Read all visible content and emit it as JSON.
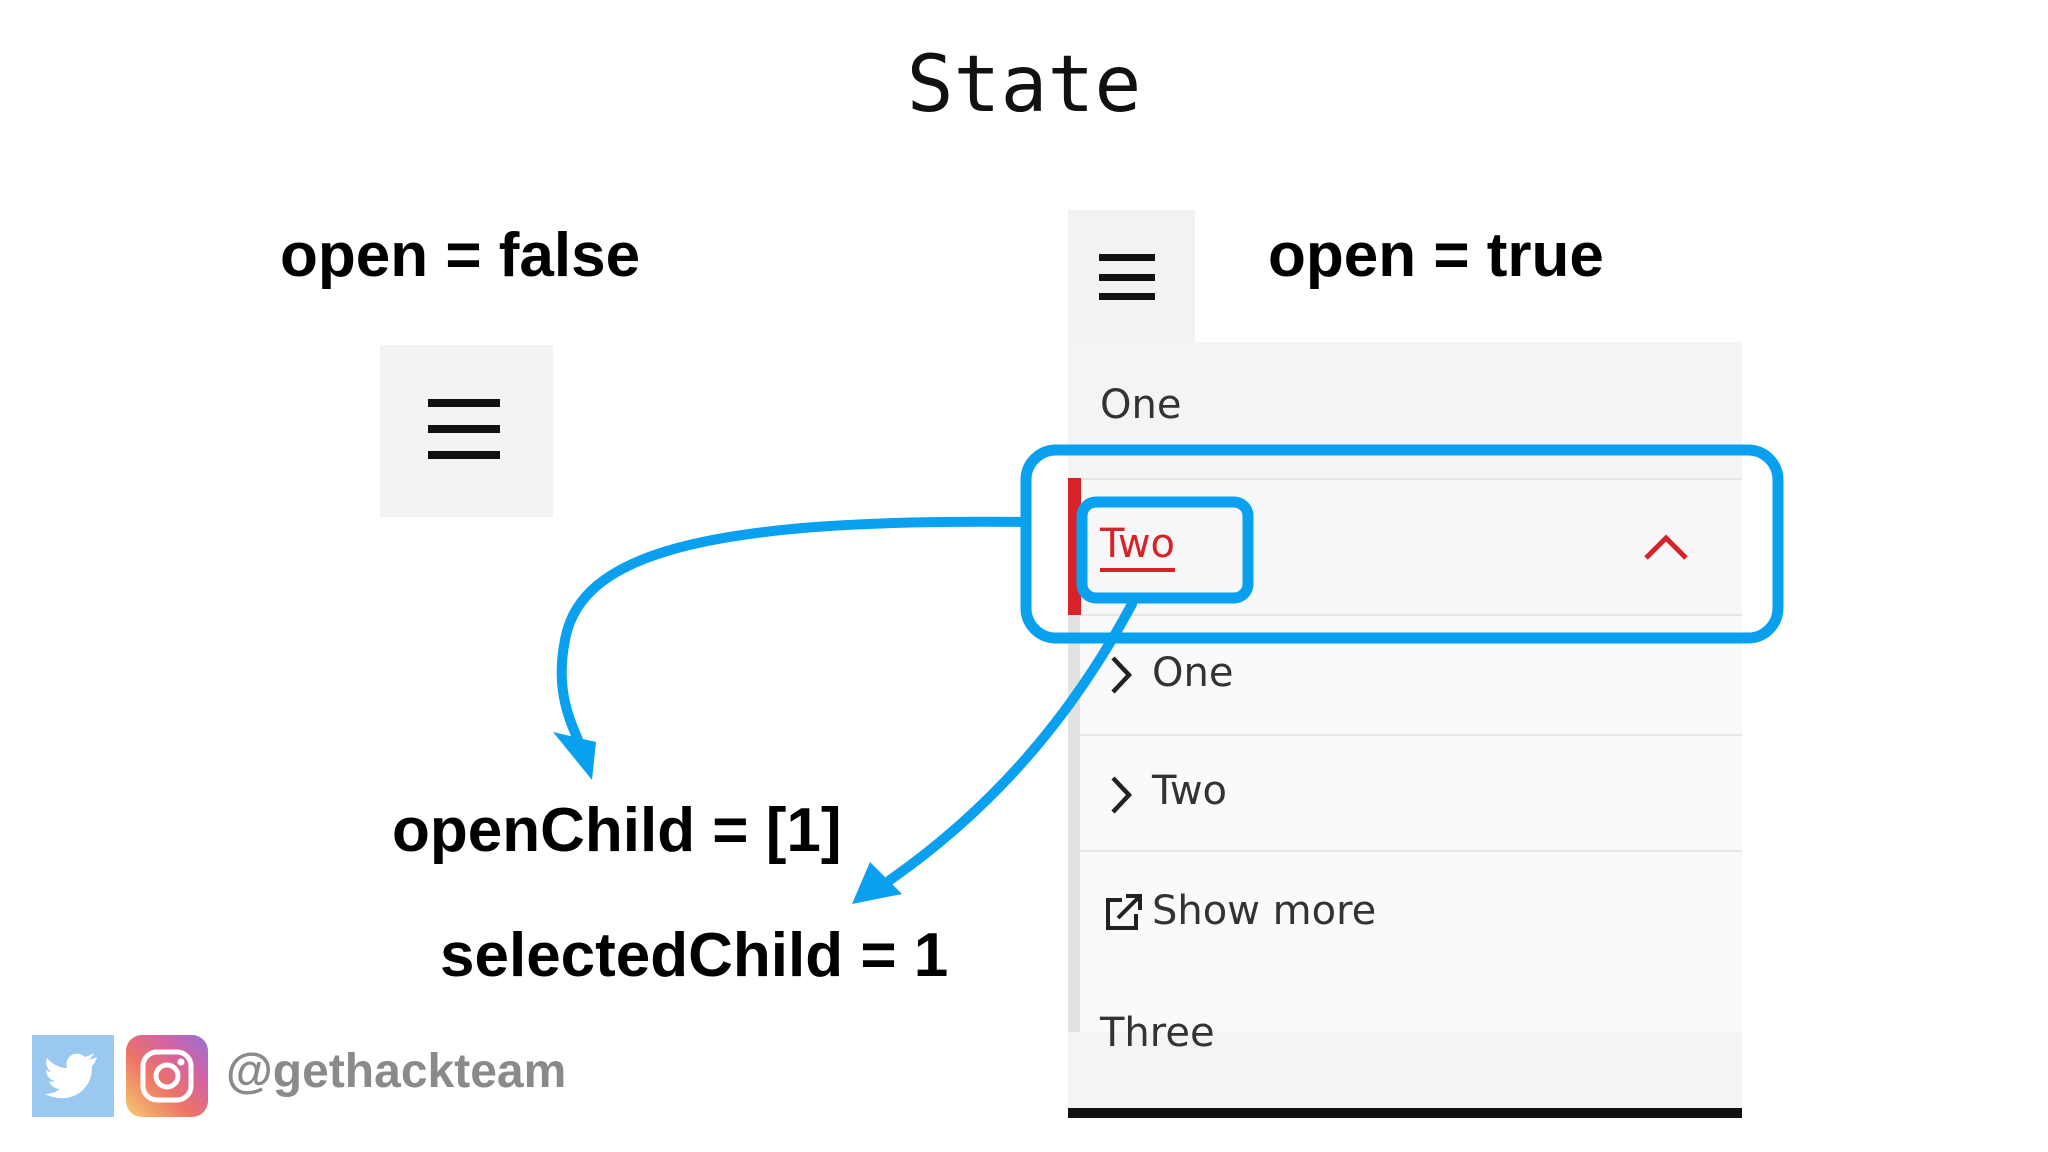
{
  "title": "State",
  "labels": {
    "open_false": "open = false",
    "open_true": "open = true",
    "open_child": "openChild = [1]",
    "selected_child": "selectedChild = 1"
  },
  "menu": {
    "items": [
      {
        "label": "One"
      },
      {
        "label": "Two",
        "selected": true,
        "expanded": true
      },
      {
        "label": "Three"
      }
    ],
    "sub_items": [
      {
        "label": "One",
        "icon": "chevron-right-icon"
      },
      {
        "label": "Two",
        "icon": "chevron-right-icon"
      },
      {
        "label": "Show more",
        "icon": "external-link-icon"
      }
    ]
  },
  "social": {
    "handle": "@gethackteam",
    "icons": [
      "twitter-icon",
      "instagram-icon"
    ]
  },
  "colors": {
    "accent_red": "#d8222a",
    "highlight_blue": "#0aa0f0",
    "menu_background": "#f4f4f4"
  }
}
